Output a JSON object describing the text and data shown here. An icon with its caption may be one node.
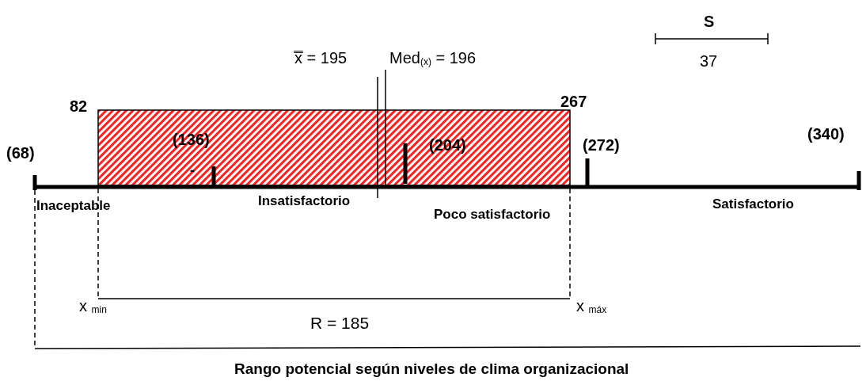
{
  "diagram": {
    "caption": "Rango potencial según niveles de clima organizacional",
    "labels": [
      "S",
      "x̿ = 195",
      "Med$_{(x)}$ = 196",
      "37",
      "82",
      "267",
      "(68)",
      "(136)",
      "(204)",
      "(272)",
      "(340)",
      "-",
      "Inaceptable",
      "Insatisfactorio",
      "Poco satisfactorio",
      "Satisfactorio",
      "x $_{min}$",
      "x $_{máx}$",
      "R = 185"
    ]
  }
}
